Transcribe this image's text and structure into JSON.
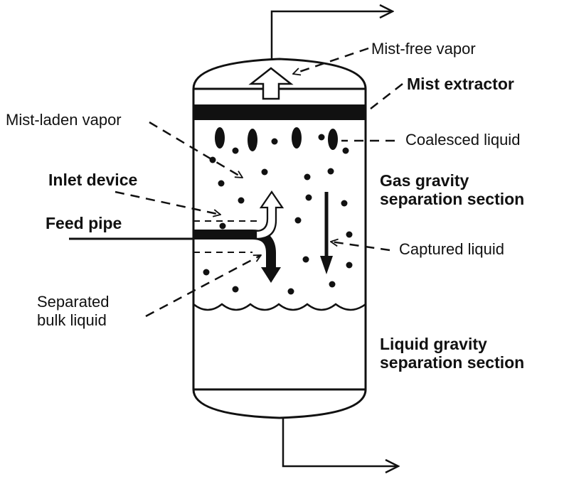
{
  "labels": {
    "mist_free_vapor": "Mist-free vapor",
    "mist_extractor": "Mist extractor",
    "mist_laden_vapor": "Mist-laden vapor",
    "coalesced_liquid": "Coalesced liquid",
    "inlet_device": "Inlet device",
    "gas_gravity_section": "Gas gravity\nseparation section",
    "feed_pipe": "Feed pipe",
    "captured_liquid": "Captured liquid",
    "separated_bulk_liquid": "Separated\nbulk liquid",
    "liquid_gravity_section": "Liquid gravity\nseparation section"
  },
  "colors": {
    "ink": "#111111",
    "background": "#ffffff"
  }
}
